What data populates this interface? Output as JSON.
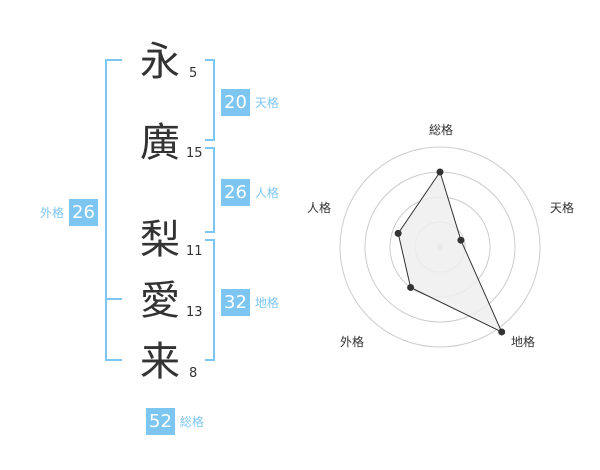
{
  "characters": [
    {
      "char": "永",
      "strokes": "5"
    },
    {
      "char": "廣",
      "strokes": "15"
    },
    {
      "char": "梨",
      "strokes": "11"
    },
    {
      "char": "愛",
      "strokes": "13"
    },
    {
      "char": "来",
      "strokes": "8"
    }
  ],
  "scores": {
    "tenkaku": {
      "value": "20",
      "label": "天格"
    },
    "jinkaku": {
      "value": "26",
      "label": "人格"
    },
    "chikaku": {
      "value": "32",
      "label": "地格"
    },
    "gaikaku": {
      "value": "26",
      "label": "外格"
    },
    "soukaku": {
      "value": "52",
      "label": "総格"
    }
  },
  "colors": {
    "accent": "#7dc6f1",
    "text": "#333333",
    "grid": "#cccccc"
  },
  "chart_data": {
    "type": "radar",
    "axes": [
      "総格",
      "天格",
      "地格",
      "外格",
      "人格"
    ],
    "values": [
      0.75,
      0.22,
      1.05,
      0.5,
      0.44
    ],
    "rings": 4,
    "max": 1
  }
}
